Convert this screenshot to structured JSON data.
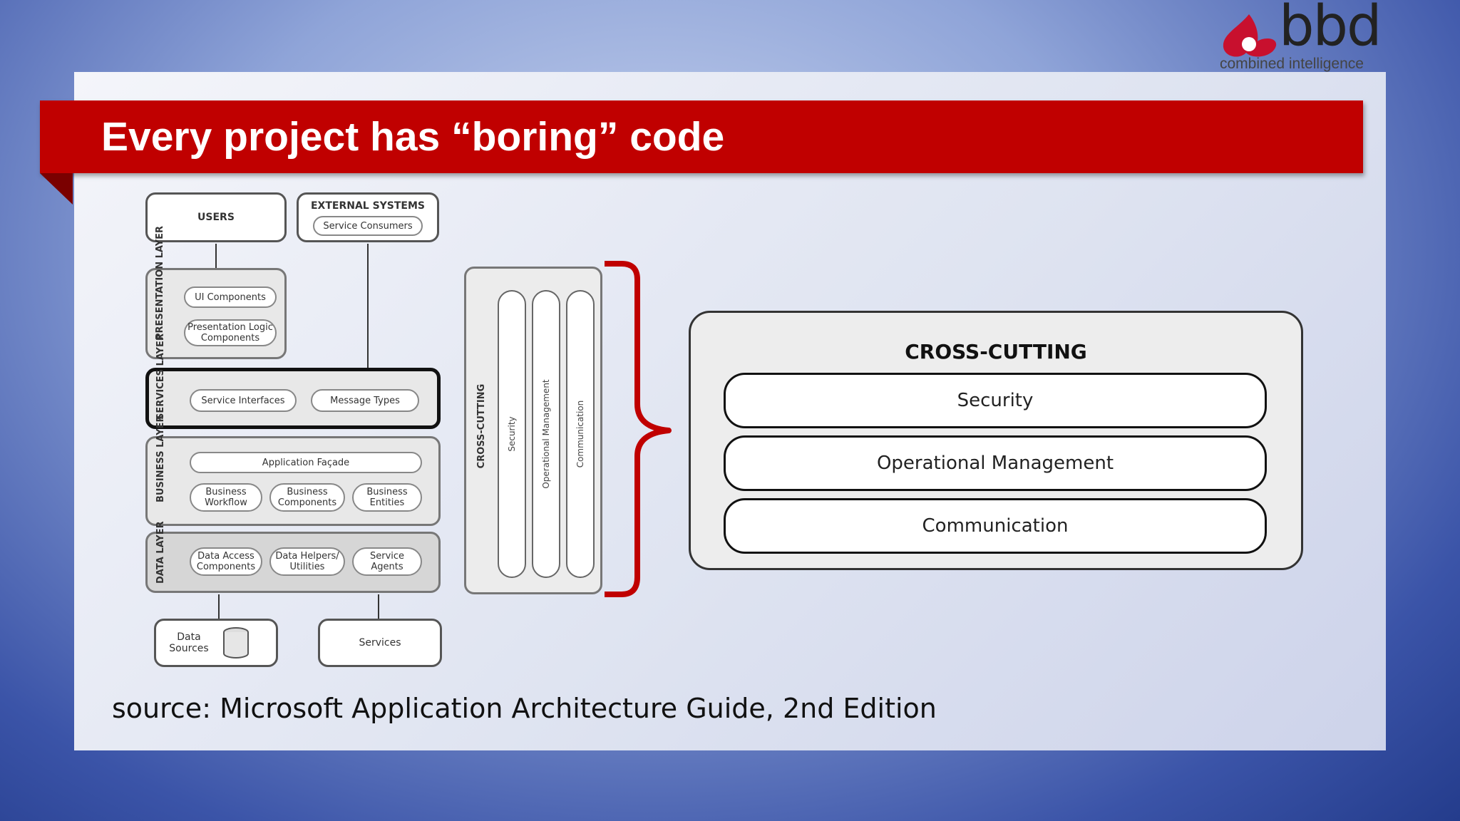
{
  "logo": {
    "name": "bbd",
    "tagline": "combined intelligence"
  },
  "title": "Every project has “boring” code",
  "source": "source: Microsoft Application Architecture Guide, 2nd Edition",
  "diagram": {
    "users": "USERS",
    "external_systems": "EXTERNAL SYSTEMS",
    "service_consumers": "Service Consumers",
    "presentation": {
      "label": "PRESENTATION LAYER",
      "items": [
        "UI Components",
        "Presentation Logic Components"
      ]
    },
    "services": {
      "label": "SERVICES LAYER",
      "items": [
        "Service Interfaces",
        "Message Types"
      ]
    },
    "business": {
      "label": "BUSINESS LAYER",
      "facade": "Application Façade",
      "items": [
        "Business Workflow",
        "Business Components",
        "Business Entities"
      ]
    },
    "data": {
      "label": "DATA LAYER",
      "items": [
        "Data Access Components",
        "Data Helpers/ Utilities",
        "Service Agents"
      ]
    },
    "data_sources": "Data Sources",
    "services_box": "Services",
    "cross_cutting_small": {
      "label": "CROSS-CUTTING",
      "items": [
        "Security",
        "Operational Management",
        "Communication"
      ]
    }
  },
  "cross_cutting": {
    "title": "CROSS-CUTTING",
    "items": [
      "Security",
      "Operational Management",
      "Communication"
    ]
  },
  "colors": {
    "banner": "#c00000",
    "brace": "#c00000"
  }
}
